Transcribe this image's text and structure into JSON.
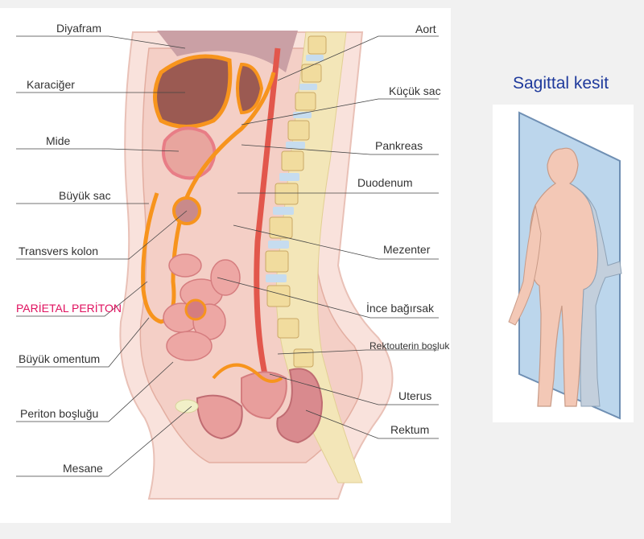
{
  "title": "Sagittal kesit",
  "labels_left": [
    "Diyafram",
    "Karaciğer",
    "Mide",
    "Büyük sac",
    "Transvers kolon",
    "PARİETAL PERİTON",
    "Büyük omentum",
    "Periton boşluğu",
    "Mesane"
  ],
  "labels_right": [
    "Aort",
    "Küçük sac",
    "Pankreas",
    "Duodenum",
    "Mezenter",
    "İnce bağırsak",
    "Rektouterin boşluk",
    "Uterus",
    "Rektum"
  ],
  "colors": {
    "accent_label": "#e0115f",
    "title": "#1f3a9c",
    "peritoneum": "#f7941d",
    "organ_dark": "#9b5a52",
    "skin": "#f6d5cf",
    "spine": "#f3e6b8",
    "disc": "#c6dcef",
    "plane": "#bcd6ec"
  }
}
